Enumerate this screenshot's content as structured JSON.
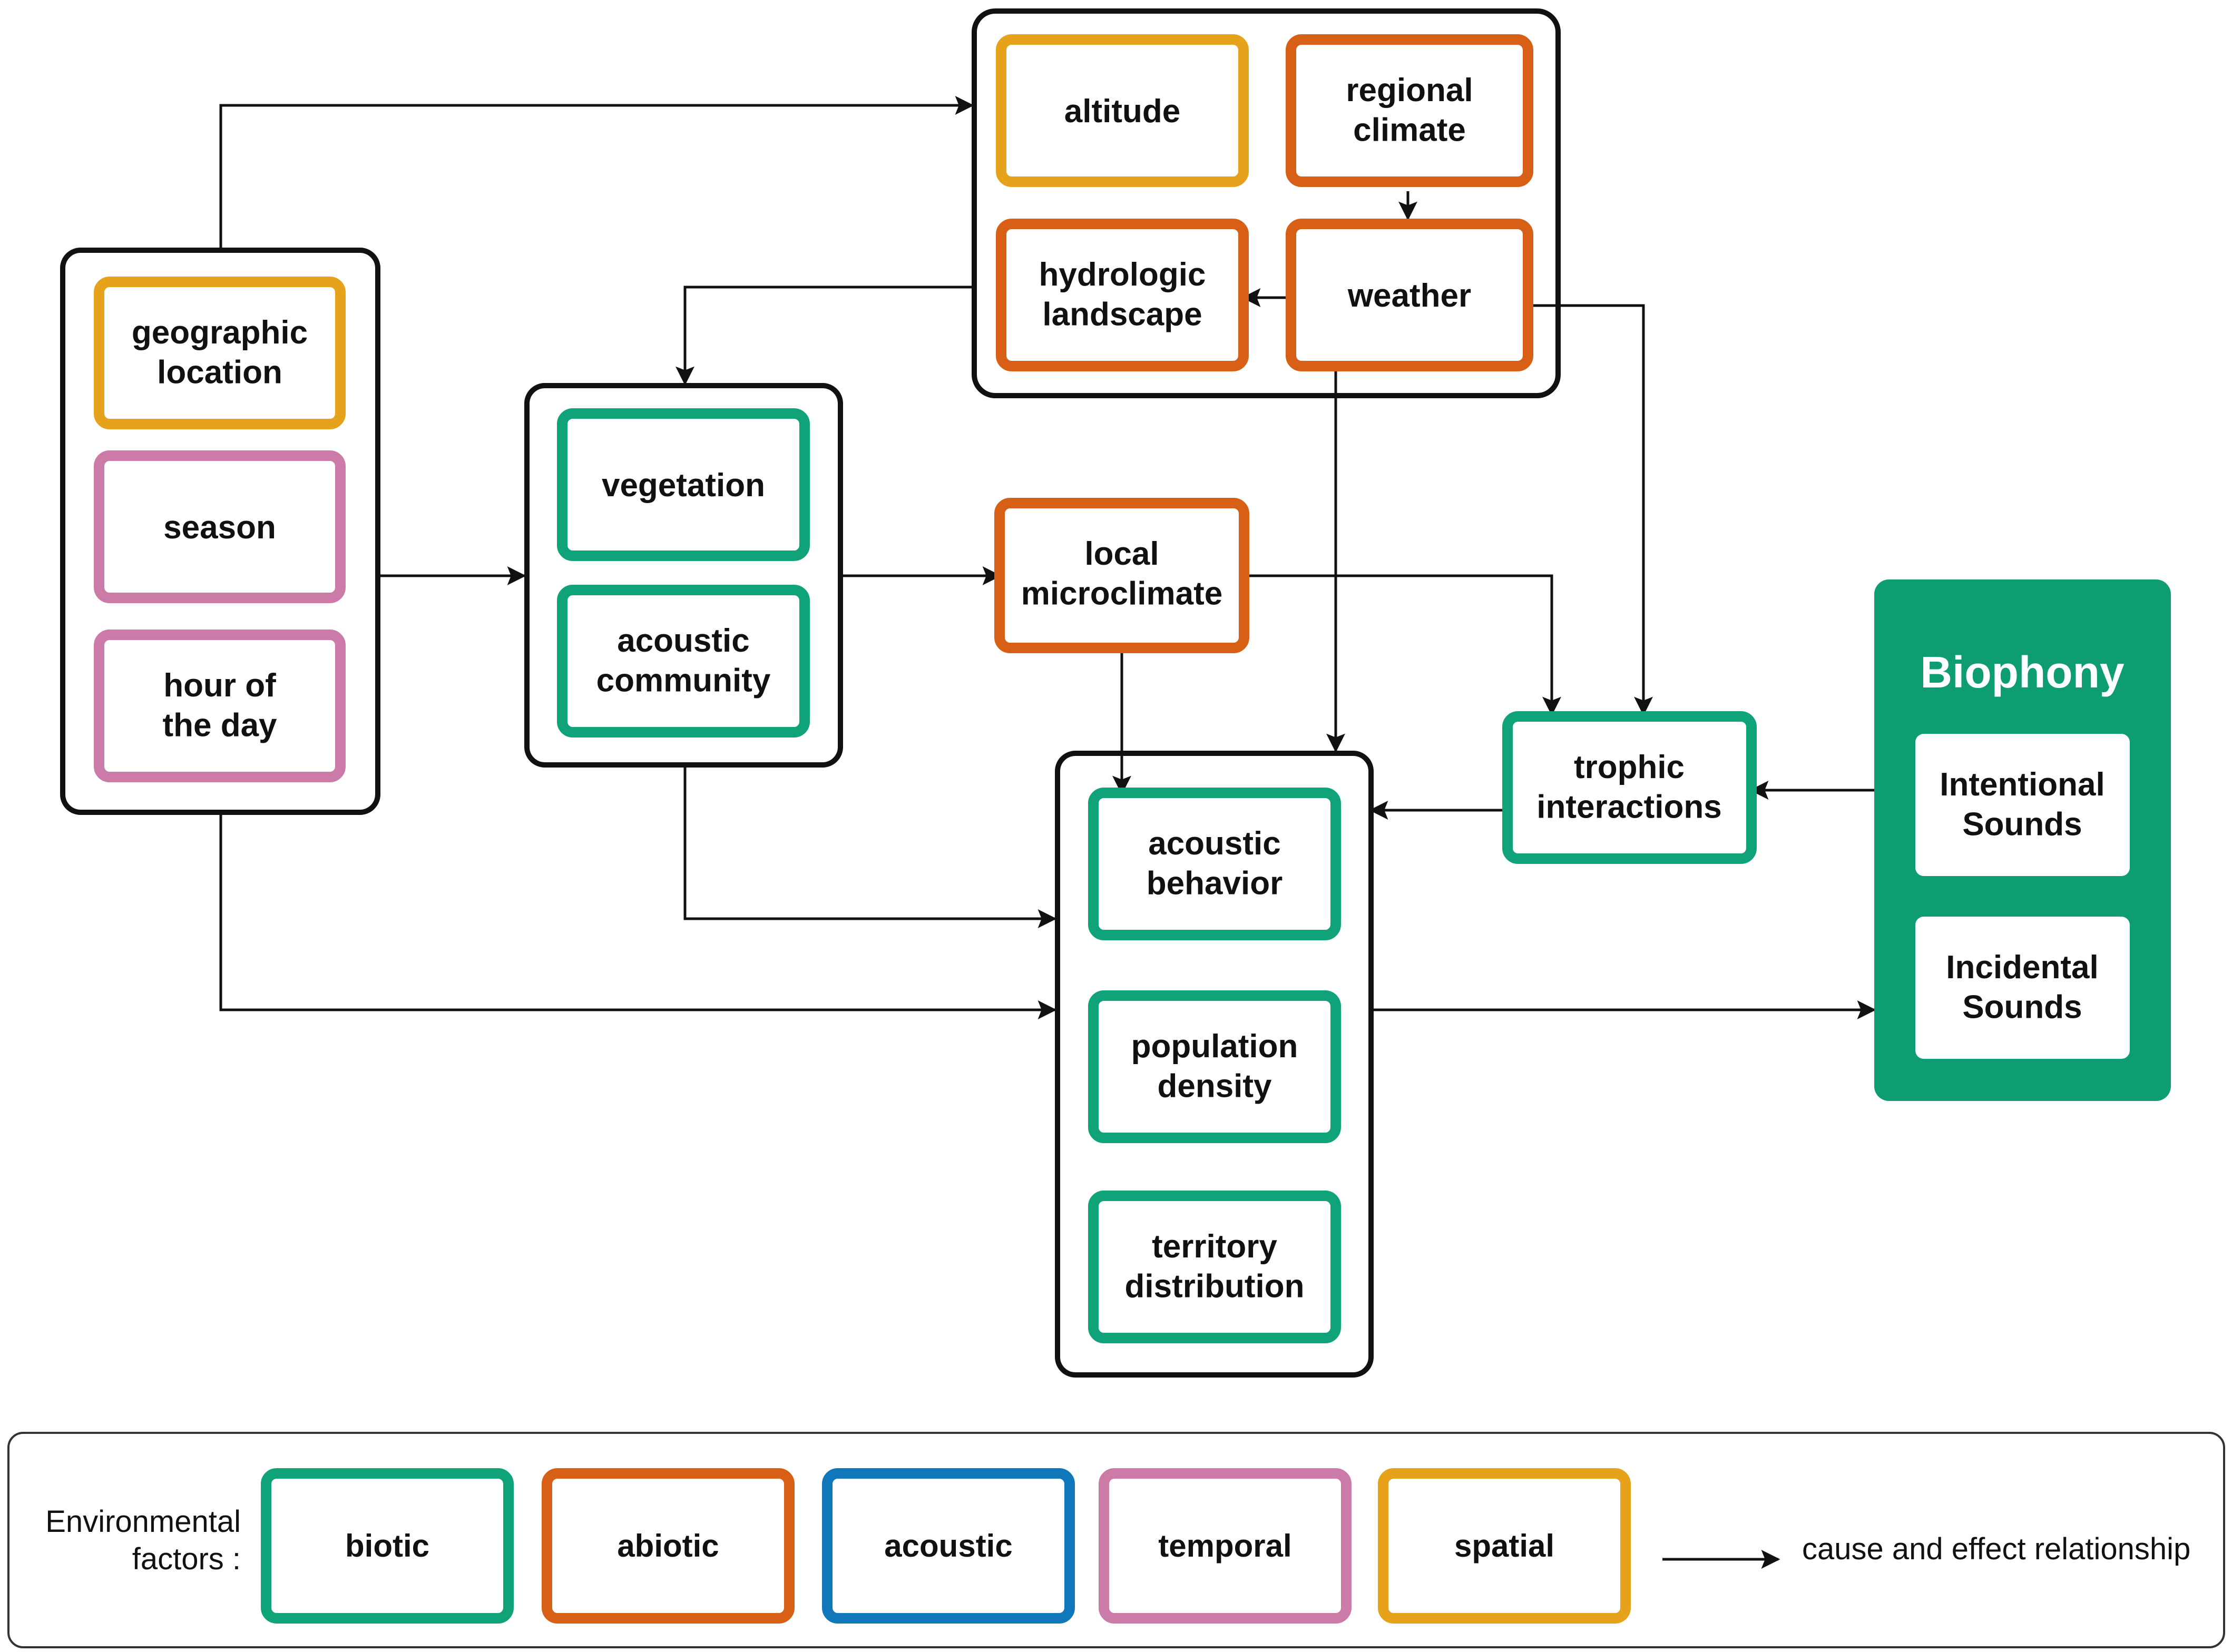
{
  "nodes": {
    "geographic_location": "geographic location",
    "season": "season",
    "hour_of_day": "hour of the day",
    "altitude": "altitude",
    "regional_climate": "regional climate",
    "hydrologic_landscape": "hydrologic landscape",
    "weather": "weather",
    "vegetation": "vegetation",
    "acoustic_community": "acoustic community",
    "local_microclimate": "local microclimate",
    "acoustic_behavior": "acoustic behavior",
    "population_density": "population density",
    "territory_distribution": "territory distribution",
    "trophic_interactions": "trophic interactions"
  },
  "biophony": {
    "title": "Biophony",
    "intentional": "Intentional Sounds",
    "incidental": "Incidental Sounds"
  },
  "legend": {
    "label": "Environmental factors :",
    "items": [
      {
        "label": "biotic",
        "color": "#10a37a"
      },
      {
        "label": "abiotic",
        "color": "#d85f16"
      },
      {
        "label": "acoustic",
        "color": "#1177bb"
      },
      {
        "label": "temporal",
        "color": "#cc7aa8"
      },
      {
        "label": "spatial",
        "color": "#e6a21a"
      }
    ],
    "arrow_label": "cause and effect relationship"
  },
  "colors": {
    "biotic": "#10a37a",
    "abiotic": "#d85f16",
    "temporal": "#cc7aa8",
    "spatial": "#e6a21a",
    "biophony_fill": "#0e9c73",
    "container_border": "#111111"
  }
}
